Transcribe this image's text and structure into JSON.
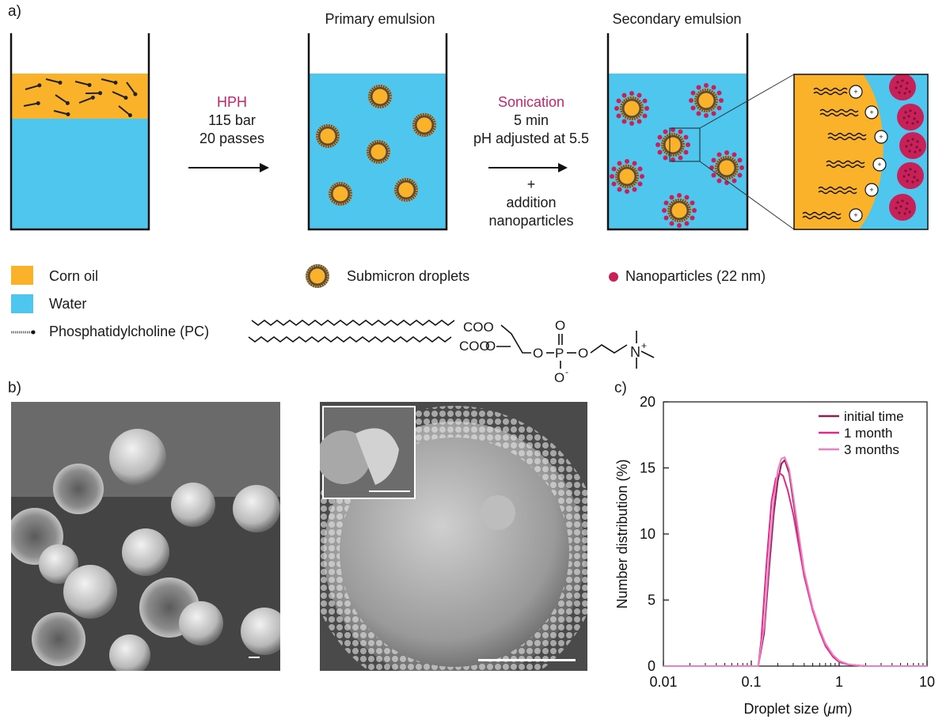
{
  "colors": {
    "oil": "#f9b22a",
    "water": "#4ec6ee",
    "nanoparticle": "#c8215a",
    "accent_text": "#c0266e",
    "initial_time": "#8f1f52",
    "one_month": "#e02a8a",
    "three_months": "#ee7fc3"
  },
  "panel_a": {
    "label": "a)",
    "beaker2_title": "Primary emulsion",
    "beaker3_title": "Secondary emulsion",
    "step1": {
      "method": "HPH",
      "line1": "115 bar",
      "line2": "20 passes"
    },
    "step2": {
      "method": "Sonication",
      "line1": "5 min",
      "line2": "pH adjusted at 5.5",
      "line3": "+",
      "line4": "addition",
      "line5": "nanoparticles"
    }
  },
  "legend": {
    "corn_oil": "Corn oil",
    "water": "Water",
    "pc": "Phosphatidylcholine (PC)",
    "droplets": "Submicron droplets",
    "nanoparticles": "Nanoparticles (22 nm)"
  },
  "chem": {
    "coo1": "COO",
    "coo2": "COO",
    "o_top": "O",
    "o_left": "O",
    "p": "P",
    "o_right": "O",
    "o_minus": "O",
    "minus": "-",
    "n": "N",
    "plus": "+",
    "o_ester": "O"
  },
  "panel_b": {
    "label": "b)"
  },
  "panel_c": {
    "label": "c)"
  },
  "chart_data": {
    "type": "line",
    "xlabel_pre": "Droplet size (",
    "xlabel_mu": "μ",
    "xlabel_post": "m)",
    "ylabel": "Number distribution (%)",
    "xscale": "log",
    "xlim": [
      0.01,
      10
    ],
    "ylim": [
      0,
      20
    ],
    "xticks": [
      0.01,
      0.1,
      1,
      10
    ],
    "xtick_labels": [
      "0.01",
      "0.1",
      "1",
      "10"
    ],
    "yticks": [
      0,
      5,
      10,
      15,
      20
    ],
    "ytick_labels": [
      "0",
      "5",
      "10",
      "15",
      "20"
    ],
    "legend_position": "top-right",
    "series": [
      {
        "name": "initial time",
        "x": [
          0.01,
          0.12,
          0.14,
          0.16,
          0.18,
          0.2,
          0.22,
          0.24,
          0.27,
          0.3,
          0.35,
          0.4,
          0.5,
          0.6,
          0.7,
          0.85,
          1.0,
          1.3,
          2,
          10
        ],
        "y": [
          0,
          0,
          2.5,
          7.5,
          11.5,
          14.0,
          15.3,
          15.6,
          14.6,
          12.5,
          9.5,
          7.0,
          4.3,
          2.7,
          1.6,
          0.8,
          0.35,
          0.1,
          0,
          0
        ]
      },
      {
        "name": "1 month",
        "x": [
          0.01,
          0.12,
          0.13,
          0.15,
          0.17,
          0.19,
          0.21,
          0.23,
          0.26,
          0.3,
          0.35,
          0.4,
          0.5,
          0.6,
          0.7,
          0.85,
          1.0,
          1.3,
          2,
          10
        ],
        "y": [
          0,
          0,
          2.0,
          8.0,
          12.5,
          14.2,
          14.6,
          14.4,
          13.3,
          11.5,
          9.0,
          6.8,
          4.2,
          2.6,
          1.5,
          0.7,
          0.3,
          0.1,
          0,
          0
        ]
      },
      {
        "name": "3 months",
        "x": [
          0.01,
          0.12,
          0.14,
          0.16,
          0.18,
          0.2,
          0.22,
          0.24,
          0.27,
          0.3,
          0.35,
          0.4,
          0.5,
          0.6,
          0.7,
          0.85,
          1.0,
          1.3,
          2,
          10
        ],
        "y": [
          0,
          0,
          3.0,
          8.5,
          12.5,
          14.8,
          15.7,
          15.8,
          14.9,
          12.9,
          9.8,
          7.2,
          4.4,
          2.8,
          1.7,
          0.85,
          0.4,
          0.12,
          0,
          0
        ]
      }
    ]
  }
}
